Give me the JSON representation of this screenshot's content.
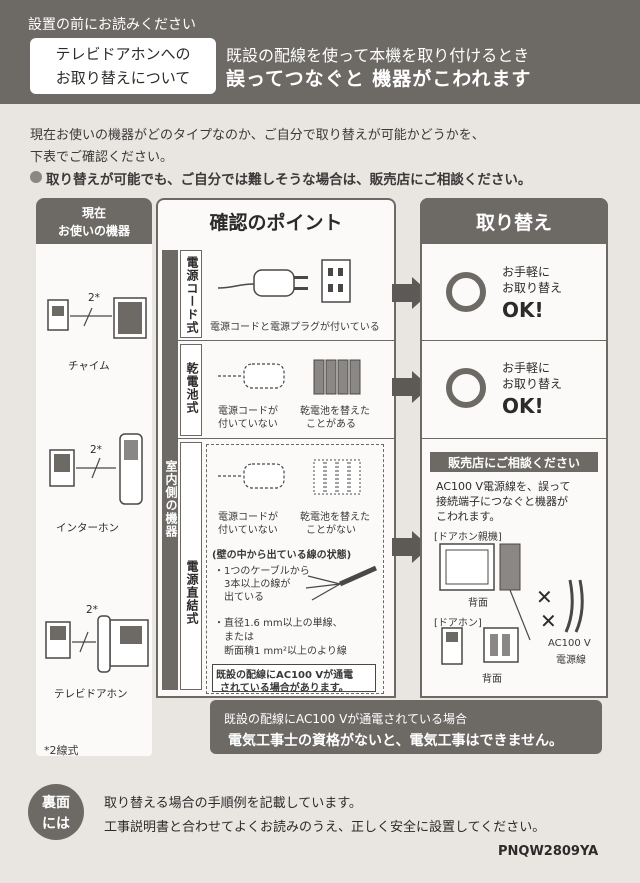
{
  "header": {
    "pre_note": "設置の前にお読みください",
    "box_line1": "テレビドアホンへの",
    "box_line2": "お取り替えについて",
    "line1": "既設の配線を使って本機を取り付けるとき",
    "line2": "誤ってつなぐと 機器がこわれます"
  },
  "intro": {
    "line1": "現在お使いの機器がどのタイプなのか、ご自分で取り替えが可能かどうかを、",
    "line2": "下表でご確認ください。",
    "line3": "取り替えが可能でも、ご自分では難しそうな場合は、販売店にご相談ください。"
  },
  "columns": {
    "current_line1": "現在",
    "current_line2": "お使いの機器",
    "check": "確認のポイント",
    "replace": "取り替え"
  },
  "devices": [
    {
      "label": "チャイム",
      "wire": "2*"
    },
    {
      "label": "インターホン",
      "wire": "2*"
    },
    {
      "label": "テレビドアホン",
      "wire": "2*"
    }
  ],
  "indoor_label": "室内側の機器",
  "rows": {
    "cord": {
      "label": "電源コード式",
      "caption": "電源コードと電源プラグが付いている"
    },
    "battery": {
      "label": "乾電池式",
      "cap_left1": "電源コードが",
      "cap_left2": "付いていない",
      "cap_right1": "乾電池を替えた",
      "cap_right2": "ことがある"
    },
    "direct": {
      "label": "電源直結式",
      "cap_left1": "電源コードが",
      "cap_left2": "付いていない",
      "cap_right1": "乾電池を替えた",
      "cap_right2": "ことがない",
      "state_title": "(壁の中から出ている線の状態)",
      "b1_1": "・1つのケーブルから",
      "b1_2": "3本以上の線が",
      "b1_3": "出ている",
      "b2_1": "・直径1.6 mm以上の単線、",
      "b2_2": "または",
      "b2_3": "断面積1 mm²以上のより線",
      "note1": "既設の配線にAC100 Vが通電",
      "note2": "されている場合があります。"
    }
  },
  "ok": {
    "line1": "お手軽に",
    "line2": "お取り替え",
    "big": "OK!"
  },
  "consult": {
    "title": "販売店にご相談ください",
    "l1": "AC100 V電源線を、誤って",
    "l2": "接続端子につなぐと機器が",
    "l3": "こわれます。",
    "parent": "[ドアホン親機]",
    "child": "[ドアホン]",
    "back": "背面",
    "back2": "背面",
    "ac1": "AC100 V",
    "ac2": "電源線"
  },
  "warning": {
    "line1": "既設の配線にAC100 Vが通電されている場合",
    "line2": "電気工事士の資格がないと、電気工事はできません。"
  },
  "note_2wire": "*2線式",
  "bottom": {
    "badge1": "裏面",
    "badge2": "には",
    "line1": "取り替える場合の手順例を記載しています。",
    "line2": "工事説明書と合わせてよくお読みのうえ、正しく安全に設置してください。",
    "code": "PNQW2809YA"
  }
}
